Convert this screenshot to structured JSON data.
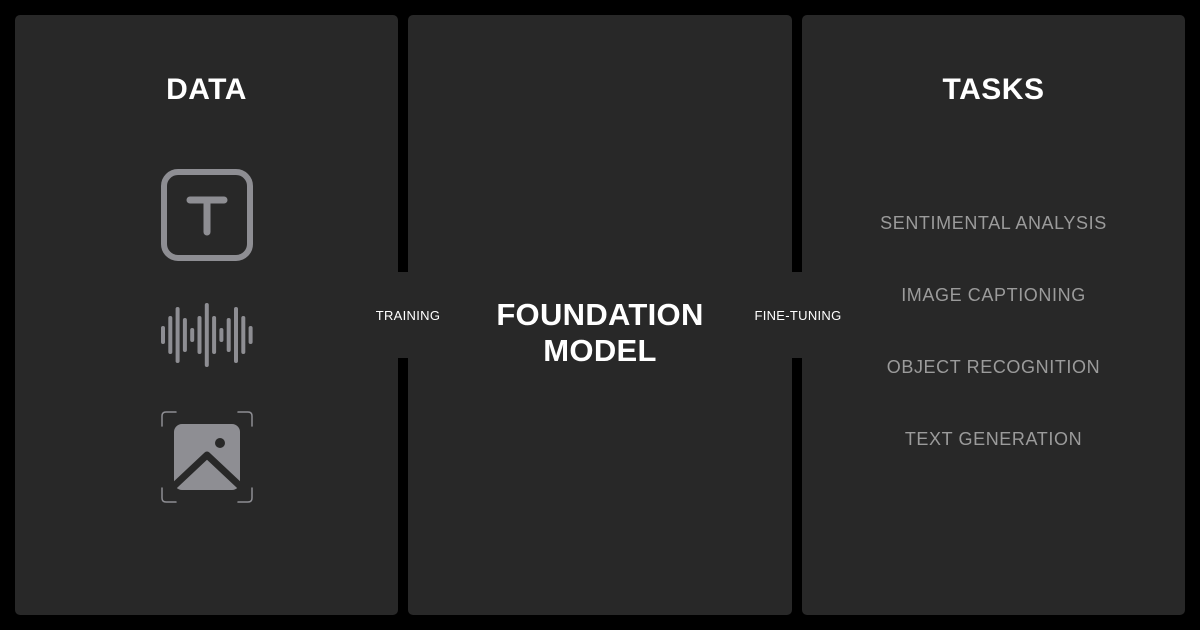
{
  "data_panel": {
    "title": "DATA",
    "icons": [
      "text-icon",
      "audio-waveform-icon",
      "image-icon"
    ],
    "icon_glyph_text": "T"
  },
  "model_panel": {
    "title_line1": "FOUNDATION",
    "title_line2": "MODEL"
  },
  "connectors": {
    "training": "TRAINING",
    "fine_tuning": "FINE-TUNING"
  },
  "tasks_panel": {
    "title": "TASKS",
    "items": [
      "SENTIMENTAL ANALYSIS",
      "IMAGE CAPTIONING",
      "OBJECT RECOGNITION",
      "TEXT GENERATION"
    ]
  },
  "colors": {
    "background": "#000000",
    "panel": "#282828",
    "title_text": "#ffffff",
    "task_text": "#9b9b9b",
    "icon": "#8e8e93"
  }
}
